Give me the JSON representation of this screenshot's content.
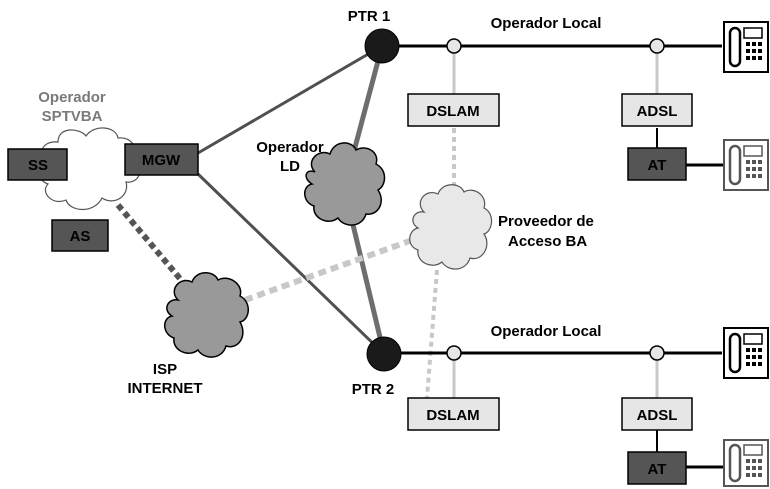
{
  "nodes": {
    "ptr1": "PTR 1",
    "ptr2": "PTR 2",
    "ss": "SS",
    "mgw": "MGW",
    "as": "AS",
    "dslam_top": "DSLAM",
    "dslam_bottom": "DSLAM",
    "adsl_top": "ADSL",
    "adsl_bottom": "ADSL",
    "at_top": "AT",
    "at_bottom": "AT"
  },
  "labels": {
    "sptvba_line1": "Operador",
    "sptvba_line2": "SPTVBA",
    "ld_line1": "Operador",
    "ld_line2": "LD",
    "proveedor_line1": "Proveedor de",
    "proveedor_line2": "Acceso BA",
    "isp_line1": "ISP",
    "isp_line2": "INTERNET",
    "local_top": "Operador Local",
    "local_bottom": "Operador Local"
  },
  "colors": {
    "dark_box": "#555555",
    "light_box": "#e6e6e6",
    "cloud_gray": "#999999",
    "cloud_light": "#e8e8e8",
    "link_dark": "#505050",
    "link_light": "#c8c8c8",
    "dotted_dark": "#555555",
    "dotted_light": "#c8c8c8"
  }
}
